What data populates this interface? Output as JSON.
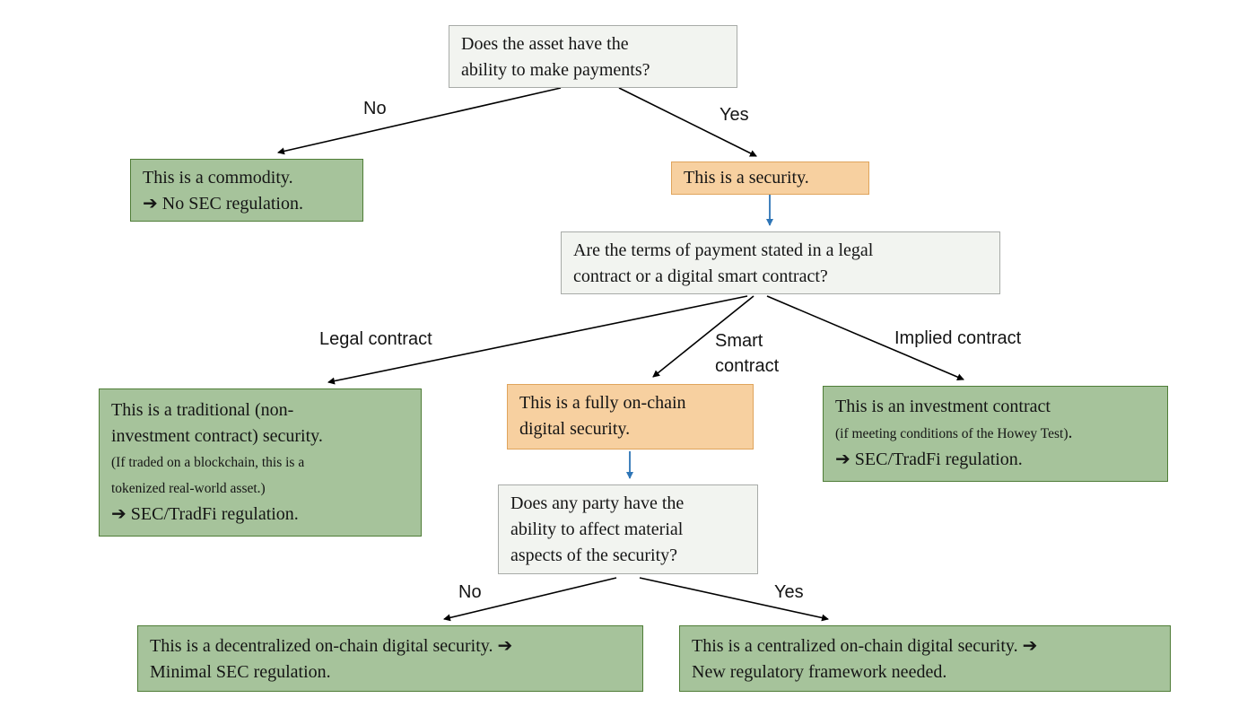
{
  "colors": {
    "question_fill": "#f2f4f0",
    "question_border": "#a8aba8",
    "result_fill": "#a6c39b",
    "result_border": "#4f7d37",
    "security_fill": "#f7d0a0",
    "security_border": "#dfa45c",
    "connector": "#000000",
    "connector_blue": "#2e75b6"
  },
  "nodes": {
    "q_payments": {
      "lines": [
        "Does the asset have the",
        "ability to make payments?"
      ]
    },
    "commodity": {
      "lines": [
        "This is a commodity.",
        "➔ No SEC regulation."
      ]
    },
    "security": {
      "lines": [
        "This is a security."
      ]
    },
    "q_contract": {
      "lines": [
        "Are the terms of payment stated in a legal",
        "contract or a digital smart contract?"
      ]
    },
    "traditional": {
      "lines": [
        "This is a traditional (non-",
        "investment contract) security."
      ],
      "note_lines": [
        "(If traded on a blockchain, this is a",
        "tokenized real-world asset.)"
      ],
      "regulation": "➔ SEC/TradFi regulation."
    },
    "fully_onchain": {
      "lines": [
        "This is a fully on-chain",
        "digital security."
      ]
    },
    "investment": {
      "line1": "This is an investment contract",
      "note": "(if meeting conditions of the Howey Test)",
      "note_tail": ".",
      "regulation": "➔ SEC/TradFi regulation."
    },
    "q_material": {
      "lines": [
        "Does any party have the",
        "ability to affect material",
        "aspects of the security?"
      ]
    },
    "decentralized": {
      "lines": [
        "This is a decentralized on-chain digital security. ➔",
        "Minimal SEC regulation."
      ]
    },
    "centralized": {
      "lines": [
        "This is a centralized on-chain digital security. ➔",
        "New regulatory framework needed."
      ]
    }
  },
  "edge_labels": {
    "no_payments": "No",
    "yes_payments": "Yes",
    "legal": "Legal contract",
    "smart_line1": "Smart",
    "smart_line2": "contract",
    "implied": "Implied contract",
    "no_material": "No",
    "yes_material": "Yes"
  }
}
